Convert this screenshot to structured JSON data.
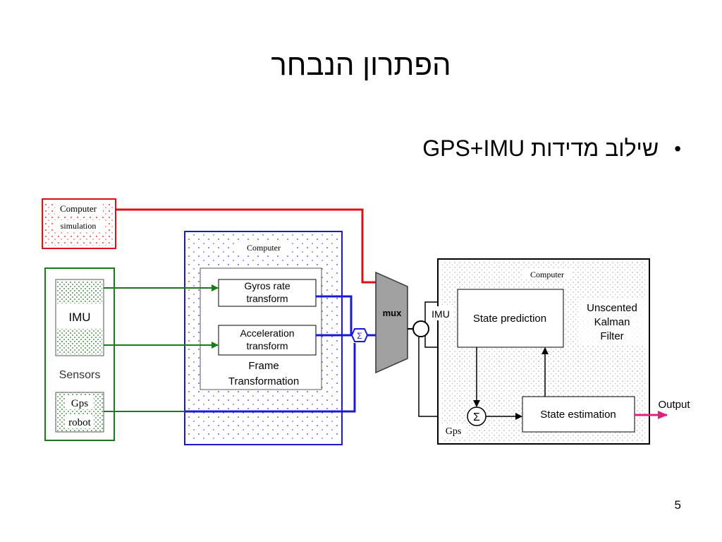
{
  "slide": {
    "title": "הפתרון הנבחר",
    "bullet": "שילוב מדידות GPS+IMU",
    "bullet_symbol": "•",
    "page_number": "5"
  },
  "diagram": {
    "sim_box": {
      "line1": "Computer",
      "line2": "simulation"
    },
    "sensors": {
      "imu": "IMU",
      "label": "Sensors",
      "gps_line1": "Gps",
      "gps_line2": "robot"
    },
    "frame_box": {
      "computer": "Computer",
      "gyros_line1": "Gyros rate",
      "gyros_line2": "transform",
      "accel_line1": "Acceleration",
      "accel_line2": "transform",
      "frame_line1": "Frame",
      "frame_line2": "Transformation"
    },
    "sum_small": "Σ",
    "mux": "mux",
    "ukf_box": {
      "computer": "Computer",
      "imu": "IMU",
      "state_prediction": "State prediction",
      "filter_line1": "Unscented",
      "filter_line2": "Kalman",
      "filter_line3": "Filter",
      "sum": "Σ",
      "state_estimation": "State estimation",
      "gps": "Gps"
    },
    "output": "Output",
    "colors": {
      "red": "#e01010",
      "green": "#1a7a1a",
      "blue": "#1a1ad0",
      "magenta": "#e0207a",
      "mux_gray": "#a0a0a0"
    }
  }
}
